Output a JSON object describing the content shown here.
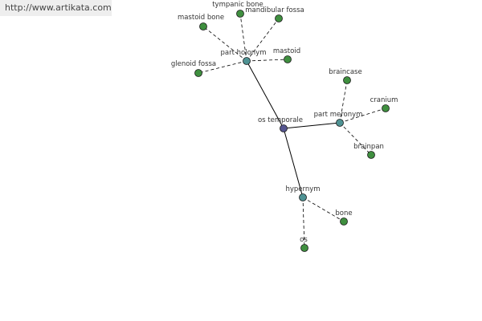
{
  "watermark": {
    "text": "http://www.artikata.com"
  },
  "colors": {
    "center_node": "#55558f",
    "relation_node": "#4e9293",
    "leaf_node": "#3f8f3f",
    "node_stroke": "#1a1a1a",
    "edge": "#000000"
  },
  "graph": {
    "center": {
      "label": "os temporale"
    },
    "relations": [
      {
        "label": "part holonym",
        "leaves": [
          "tympanic bone",
          "mastoid bone",
          "mandibular fossa",
          "mastoid",
          "glenoid fossa"
        ]
      },
      {
        "label": "part meronym",
        "leaves": [
          "braincase",
          "cranium",
          "brainpan"
        ]
      },
      {
        "label": "hypernym",
        "leaves": [
          "bone",
          "os"
        ]
      }
    ]
  }
}
